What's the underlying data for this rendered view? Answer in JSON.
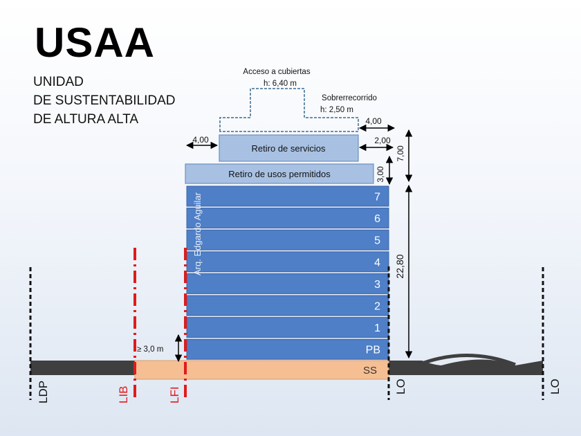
{
  "title": "USAA",
  "subtitle_lines": [
    "UNIDAD",
    "DE SUSTENTABILIDAD",
    "DE ALTURA ALTA"
  ],
  "annotations": {
    "access_label": "Acceso a cubiertas",
    "access_height": "h: 6,40 m",
    "overrun_label": "Sobrerrecorrido",
    "overrun_height": "h: 2,50 m",
    "setback_services": "Retiro de servicios",
    "setback_uses": "Retiro de usos permitidos",
    "author": "Arq. Edgardo Aguilar",
    "min_height": "≥ 3,0 m"
  },
  "dimensions": {
    "left_setback": "4,00",
    "right_setback_top": "4,00",
    "right_setback_services": "2,00",
    "uses_height": "3,00",
    "services_total": "7,00",
    "building_height": "22,80"
  },
  "floors": [
    "7",
    "6",
    "5",
    "4",
    "3",
    "2",
    "1",
    "PB"
  ],
  "basement": "SS",
  "lines": {
    "ldp": "LDP",
    "lib": "LIB",
    "lfi": "LFI",
    "lo_left": "LO",
    "lo_right": "LO"
  },
  "colors": {
    "floor": "#4e7fc7",
    "floor_border": "#3a63a6",
    "setback_fill": "#a8c1e3",
    "setback_border": "#6d8fbd",
    "basement": "#f6bf93",
    "ground": "#3f3f3f",
    "red_line": "#e01b1b"
  }
}
